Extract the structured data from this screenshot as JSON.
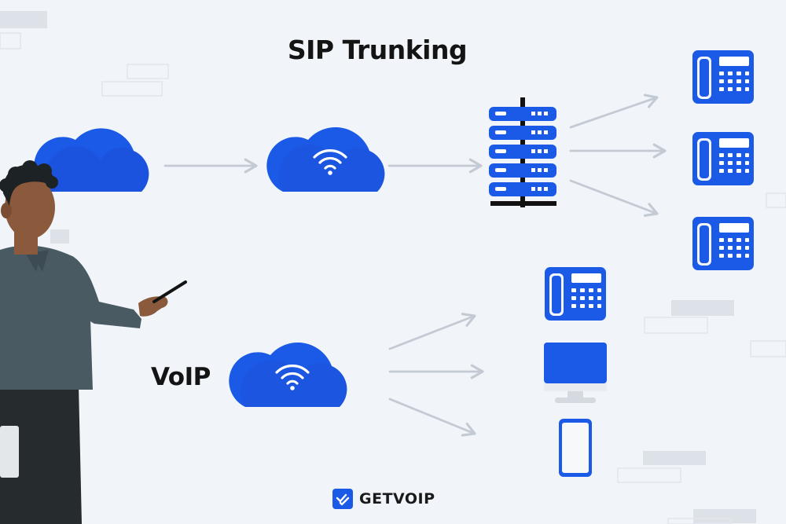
{
  "diagram": {
    "title": "SIP Trunking",
    "voip_label": "VoIP",
    "colors": {
      "background": "#f1f5fa",
      "accent_blue": "#1a5ae6",
      "cloud_dark": "#1d4fd8",
      "arrow": "#c3cad3",
      "person_shirt": "#4a5a63",
      "person_skin": "#8b5a3c"
    },
    "nodes": [
      {
        "id": "internet-cloud",
        "icon": "cloud-icon"
      },
      {
        "id": "sip-cloud",
        "icon": "wifi-cloud-icon"
      },
      {
        "id": "pbx-server",
        "icon": "server-rack-icon"
      },
      {
        "id": "desk-phone-1",
        "icon": "desk-phone-icon"
      },
      {
        "id": "desk-phone-2",
        "icon": "desk-phone-icon"
      },
      {
        "id": "desk-phone-3",
        "icon": "desk-phone-icon"
      },
      {
        "id": "voip-cloud",
        "icon": "wifi-cloud-icon"
      },
      {
        "id": "voip-desk-phone",
        "icon": "desk-phone-icon"
      },
      {
        "id": "voip-computer",
        "icon": "monitor-icon"
      },
      {
        "id": "voip-mobile",
        "icon": "smartphone-icon"
      }
    ],
    "edges": [
      [
        "internet-cloud",
        "sip-cloud"
      ],
      [
        "sip-cloud",
        "pbx-server"
      ],
      [
        "pbx-server",
        "desk-phone-1"
      ],
      [
        "pbx-server",
        "desk-phone-2"
      ],
      [
        "pbx-server",
        "desk-phone-3"
      ],
      [
        "voip-cloud",
        "voip-desk-phone"
      ],
      [
        "voip-cloud",
        "voip-computer"
      ],
      [
        "voip-cloud",
        "voip-mobile"
      ]
    ]
  },
  "brand": {
    "name": "GETVOIP",
    "icon": "checkmark-badge-icon"
  }
}
